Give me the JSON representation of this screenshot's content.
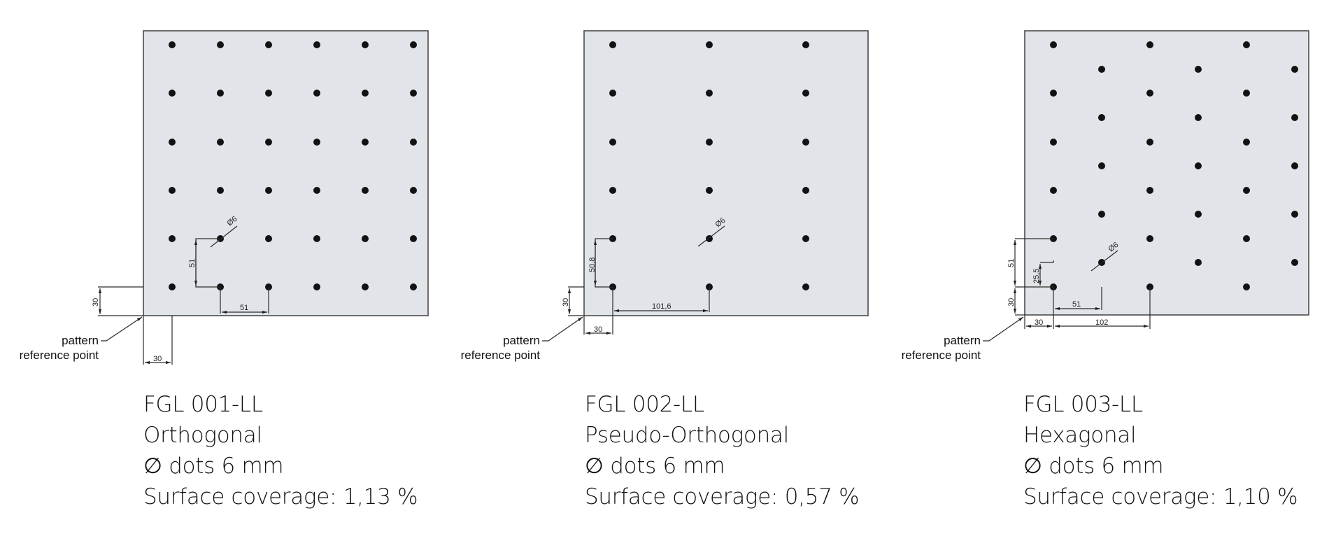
{
  "colors": {
    "panel_fill": "#e1e5e9",
    "panel_stroke": "#4a4a4a",
    "dot": "#121212",
    "text": "#111111"
  },
  "reference_label": {
    "line1": "pattern",
    "line2": "reference point"
  },
  "patterns": [
    {
      "code": "FGL 001-LL",
      "name": "Orthogonal",
      "dot_diameter": "∅ dots 6 mm",
      "coverage": "Surface coverage: 1,13 %",
      "diameter_callout": "Ø6",
      "dims": {
        "offset_x": "30",
        "offset_y": "30",
        "pitch_x": "51",
        "pitch_y": "51"
      },
      "layout": "orthogonal",
      "columns": 6,
      "rows": 6
    },
    {
      "code": "FGL 002-LL",
      "name": "Pseudo-Orthogonal",
      "dot_diameter": "∅ dots 6 mm",
      "coverage": "Surface coverage: 0,57 %",
      "diameter_callout": "Ø6",
      "dims": {
        "offset_x": "30",
        "offset_y": "30",
        "pitch_x": "101,6",
        "pitch_y": "50,8"
      },
      "layout": "pseudo-orthogonal",
      "columns": 3,
      "rows": 6
    },
    {
      "code": "FGL 003-LL",
      "name": "Hexagonal",
      "dot_diameter": "∅ dots 6 mm",
      "coverage": "Surface coverage: 1,10 %",
      "diameter_callout": "Ø6",
      "dims": {
        "offset_x": "30",
        "offset_y": "30",
        "pitch_x": "102",
        "half_pitch_x": "51",
        "pitch_y": "51",
        "half_pitch_y": "25,5"
      },
      "layout": "hexagonal",
      "columns": 3,
      "rows": 11
    }
  ]
}
